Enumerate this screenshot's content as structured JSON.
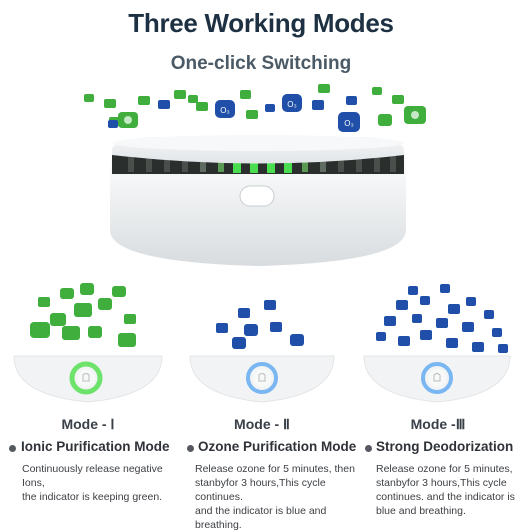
{
  "header": {
    "title": "Three Working Modes",
    "subtitle": "One-click Switching"
  },
  "ion_labels": {
    "ozone": "O₃"
  },
  "colors": {
    "title": "#1d3143",
    "subtitle": "#4a5a66",
    "green_light": "#3fd445",
    "blue_light": "#5aa8f2",
    "ion_green": "#3fae3c",
    "ion_blue": "#1f4fa8"
  },
  "modes": [
    {
      "label": "Mode - Ⅰ",
      "name": "Ionic Purification Mode",
      "description": [
        "Continuously release negative Ions,",
        "the indicator is keeping green."
      ]
    },
    {
      "label": "Mode - Ⅱ",
      "name": "Ozone Purification Mode",
      "description": [
        "Release ozone  for 5 minutes, then",
        "stanbyfor 3 hours,This cycle continues.",
        "and the indicator is blue and breathing."
      ]
    },
    {
      "label": "Mode -Ⅲ",
      "name": "Strong Deodorization",
      "description": [
        "Release ozone  for 5 minutes,",
        "stanbyfor 3 hours,This cycle",
        "continues. and the indicator is",
        "blue and breathing."
      ]
    }
  ]
}
